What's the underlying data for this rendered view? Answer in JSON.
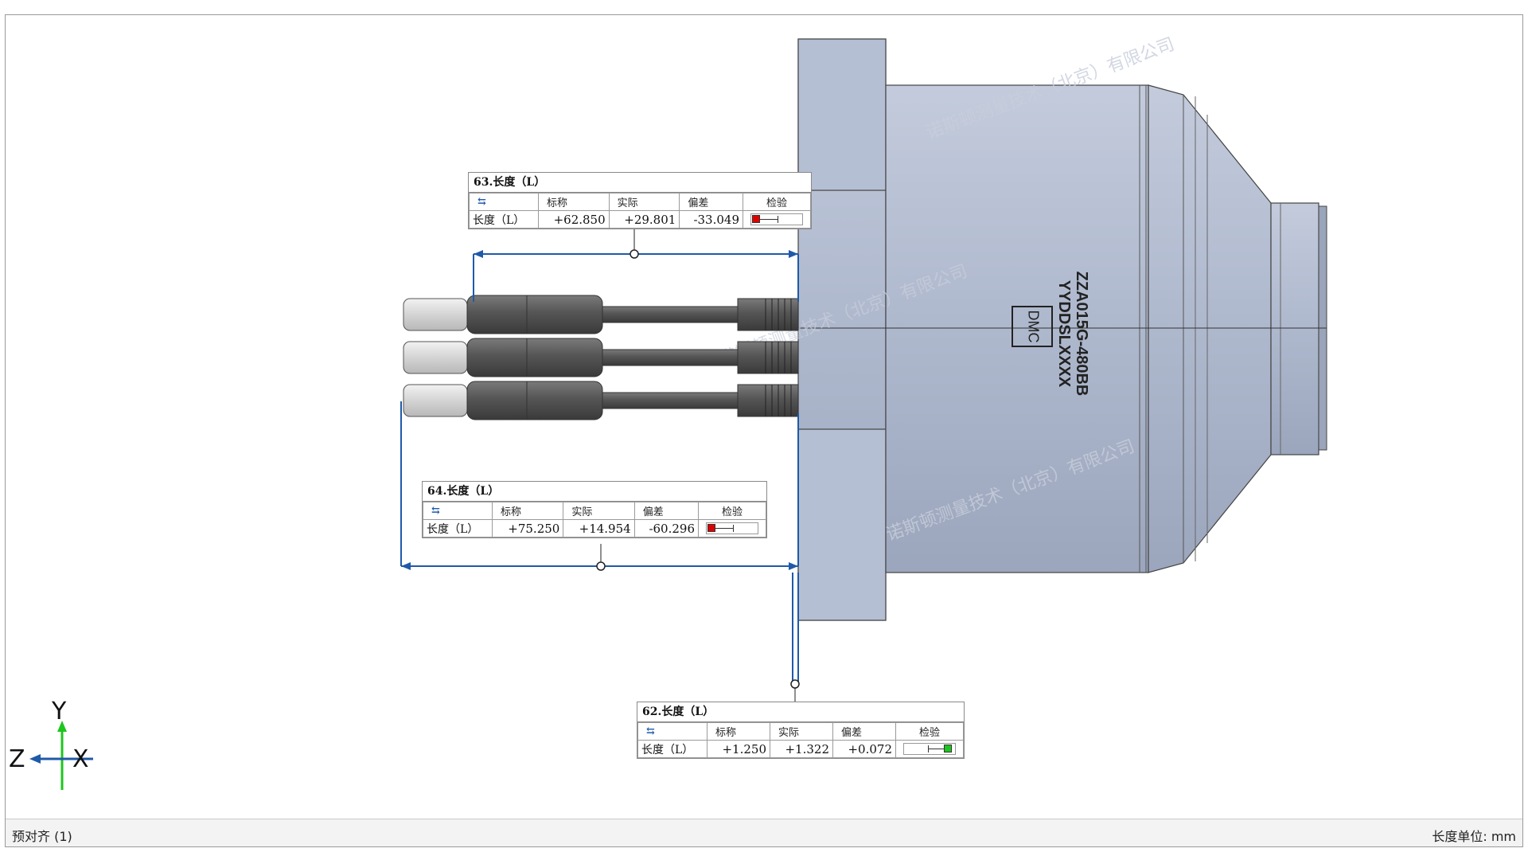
{
  "colors": {
    "part_fill": "#aab5cc",
    "part_dark": "#8b95aa",
    "dimension_line": "#1f5aa8",
    "fail": "#e00000",
    "pass": "#1ec51e",
    "axis_y": "#1ec51e",
    "axis_z": "#1f5aa8"
  },
  "part": {
    "engraving_line1": "ZZA015G-480BB",
    "engraving_line2": "YYDDSLXXXX",
    "dmc_label": "DMC",
    "watermark": "诺斯顿测量技术（北京）有限公司"
  },
  "callouts": [
    {
      "title": "63.长度（L）",
      "icon": "dimension-icon",
      "headers": [
        "标称",
        "实际",
        "偏差",
        "检验"
      ],
      "row_label": "长度（L）",
      "nominal": "+62.850",
      "actual": "+29.801",
      "deviation": "-33.049",
      "status": "fail"
    },
    {
      "title": "64.长度（L）",
      "icon": "dimension-icon",
      "headers": [
        "标称",
        "实际",
        "偏差",
        "检验"
      ],
      "row_label": "长度（L）",
      "nominal": "+75.250",
      "actual": "+14.954",
      "deviation": "-60.296",
      "status": "fail"
    },
    {
      "title": "62.长度（L）",
      "icon": "dimension-icon",
      "headers": [
        "标称",
        "实际",
        "偏差",
        "检验"
      ],
      "row_label": "长度（L）",
      "nominal": "+1.250",
      "actual": "+1.322",
      "deviation": "+0.072",
      "status": "pass"
    }
  ],
  "axes": {
    "y": "Y",
    "z": "Z",
    "x": "X"
  },
  "status_bar": {
    "left": "预对齐 (1)",
    "right": "长度单位: mm"
  }
}
